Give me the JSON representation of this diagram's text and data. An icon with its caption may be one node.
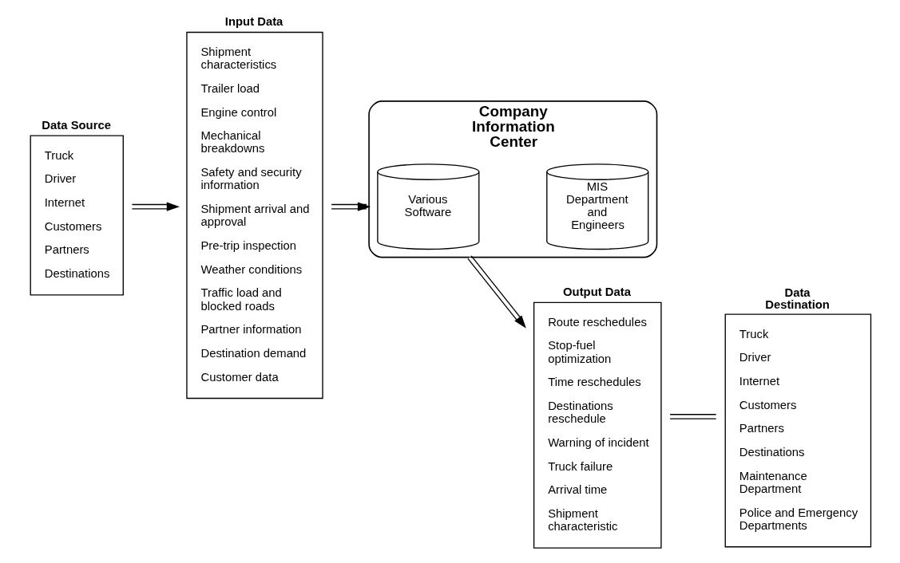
{
  "diagram": {
    "nodes": [
      {
        "text": [
          "Data Source",
          "Truck",
          "Driver",
          "Internet",
          "Customers",
          "Partners",
          "Destinations"
        ]
      },
      {
        "text": [
          "Input Data",
          "Shipment characteristics",
          "Trailer load",
          "Engine control",
          "Mechanical breakdowns",
          "Safety and security information",
          "Shipment arrival and approval",
          "Pre-trip inspection",
          "Weather conditions",
          "Traffic load and blocked roads",
          "Partner information",
          "Destination demand",
          "Customer data"
        ]
      },
      {
        "text": [
          "Company Information Center"
        ]
      },
      {
        "text": [
          "Various Software"
        ],
        "in": 2
      },
      {
        "text": [
          "MIS Department and Engineers"
        ],
        "in": 2
      },
      {
        "text": [
          "Output Data",
          "Route reschedules",
          "Stop-fuel optimization",
          "Time reschedules",
          "Destinations reschedule",
          "Warning of incident",
          "Truck failure",
          "Arrival time",
          "Shipment characteristic"
        ]
      },
      {
        "text": [
          "Data Destination",
          "Truck",
          "Driver",
          "Internet",
          "Customers",
          "Partners",
          "Destinations",
          "Maintenance Department",
          "Police and Emergency Departments"
        ]
      }
    ],
    "edges": [
      {
        "from": 0,
        "to": 1,
        "arrow": "to"
      },
      {
        "from": 1,
        "to": 2,
        "arrow": "to"
      },
      {
        "from": 2,
        "to": 5,
        "arrow": "to"
      },
      {
        "from": 5,
        "to": 6,
        "arrow": "none"
      }
    ]
  }
}
